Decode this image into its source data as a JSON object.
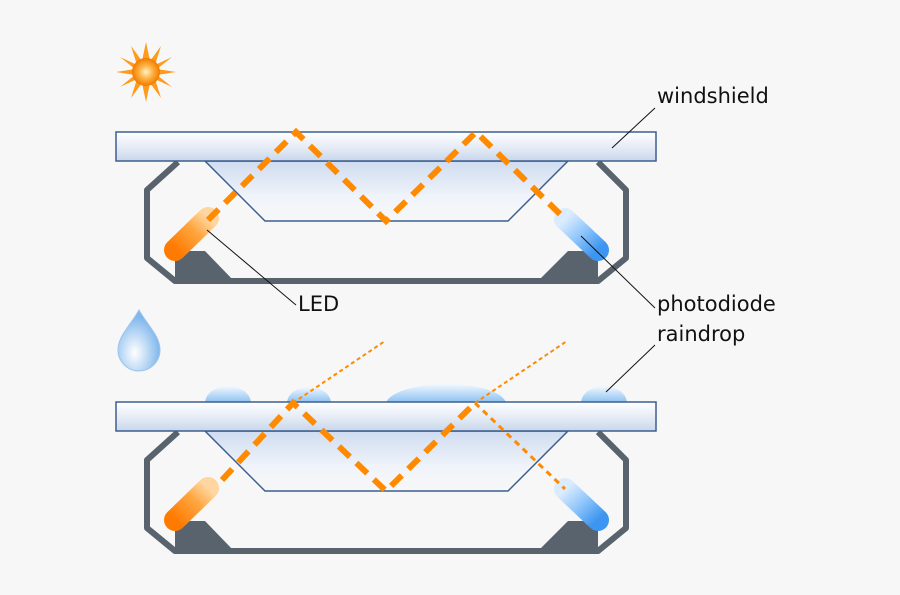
{
  "labels": {
    "windshield": "windshield",
    "led": "LED",
    "photodiode": "photodiode",
    "raindrop": "raindrop"
  },
  "icons": {
    "sun": "sun-icon",
    "raindrop": "raindrop-icon"
  },
  "colors": {
    "background": "#f7f7f7",
    "light_beam": "#ff8a00",
    "housing": "#59636e",
    "glass_border": "#3d5f8f",
    "led": "#ff8a00",
    "photodiode": "#58a8f4"
  }
}
